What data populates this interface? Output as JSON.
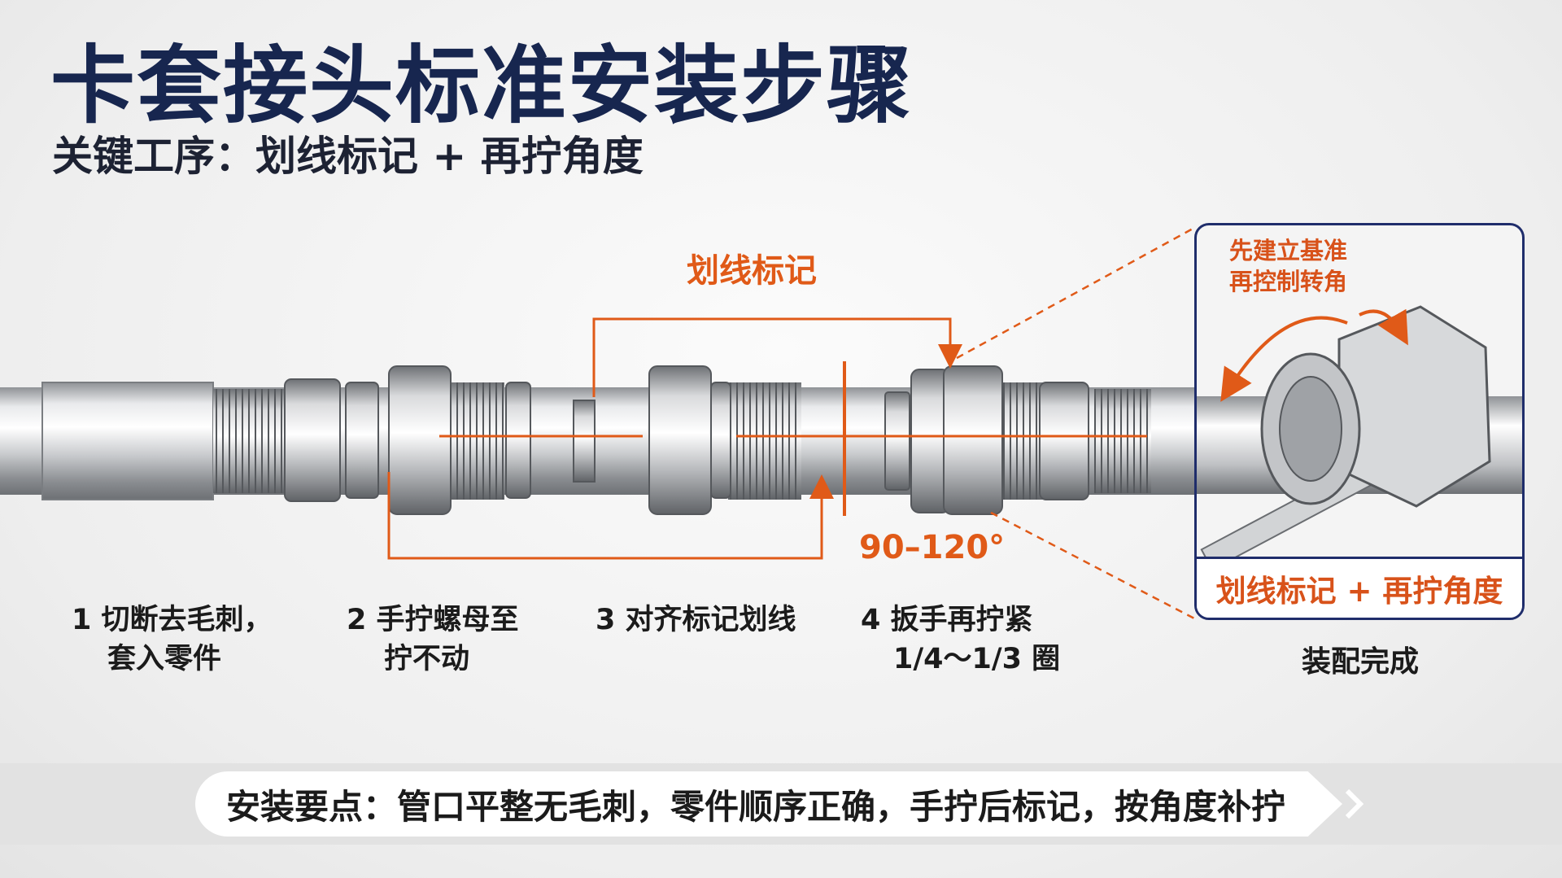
{
  "title": "卡套接头标准安装步骤",
  "subtitle": "关键工序：划线标记 + 再拧角度",
  "diagram": {
    "mark_label": "划线标记",
    "angle_label": "90–120°",
    "steps": [
      {
        "line1": "1  切断去毛刺，",
        "line2": "套入零件"
      },
      {
        "line1": "2  手拧螺母至",
        "line2": "拧不动"
      },
      {
        "line1": "3  对齐标记划线",
        "line2": ""
      },
      {
        "line1": "4  扳手再拧紧",
        "line2": "1/4～1/3 圈"
      }
    ],
    "inset": {
      "note_line1": "先建立基准",
      "note_line2": "再控制转角",
      "caption": "划线标记 + 再拧角度",
      "label": "装配完成"
    }
  },
  "tip": "安装要点：管口平整无毛刺，零件顺序正确，手拧后标记，按角度补拧",
  "colors": {
    "accent": "#e05a18",
    "title": "#17264f",
    "frame": "#1f2d6b"
  }
}
